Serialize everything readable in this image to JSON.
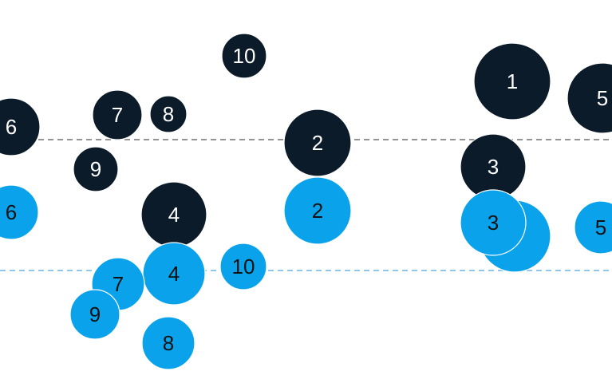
{
  "chart_data": {
    "type": "scatter",
    "title": "",
    "xlabel": "",
    "ylabel": "",
    "xlim": [
      0,
      767
    ],
    "ylim": [
      480,
      0
    ],
    "grid": false,
    "reference_lines": [
      {
        "series": "blue",
        "y": 141,
        "color": "#4aa8e0"
      },
      {
        "series": "dark",
        "y": 305,
        "color": "#555555"
      }
    ],
    "series": [
      {
        "color": "#0aa3eb",
        "text_color": "#111111",
        "points": [
          {
            "label": "1",
            "x": 645,
            "y": 184,
            "size": 45
          },
          {
            "label": "2",
            "x": 398,
            "y": 216,
            "size": 42
          },
          {
            "label": "3",
            "x": 618,
            "y": 201,
            "size": 41
          },
          {
            "label": "4",
            "x": 218,
            "y": 137,
            "size": 39
          },
          {
            "label": "5",
            "x": 753,
            "y": 195,
            "size": 33
          },
          {
            "label": "6",
            "x": 14,
            "y": 214,
            "size": 34
          },
          {
            "label": "7",
            "x": 148,
            "y": 124,
            "size": 33
          },
          {
            "label": "8",
            "x": 211,
            "y": 50,
            "size": 33
          },
          {
            "label": "9",
            "x": 119,
            "y": 86,
            "size": 31
          },
          {
            "label": "10",
            "x": 305,
            "y": 146,
            "size": 29
          }
        ]
      },
      {
        "color": "#0c1b2a",
        "text_color": "#ffffff",
        "points": [
          {
            "label": "1",
            "x": 642,
            "y": 378,
            "size": 48
          },
          {
            "label": "2",
            "x": 398,
            "y": 301,
            "size": 42
          },
          {
            "label": "3",
            "x": 618,
            "y": 271,
            "size": 41
          },
          {
            "label": "4",
            "x": 218,
            "y": 211,
            "size": 41
          },
          {
            "label": "5",
            "x": 755,
            "y": 357,
            "size": 44
          },
          {
            "label": "6",
            "x": 14,
            "y": 321,
            "size": 36
          },
          {
            "label": "7",
            "x": 147,
            "y": 336,
            "size": 31
          },
          {
            "label": "8",
            "x": 211,
            "y": 337,
            "size": 23
          },
          {
            "label": "9",
            "x": 120,
            "y": 268,
            "size": 28
          },
          {
            "label": "10",
            "x": 306,
            "y": 410,
            "size": 28
          }
        ]
      }
    ]
  }
}
